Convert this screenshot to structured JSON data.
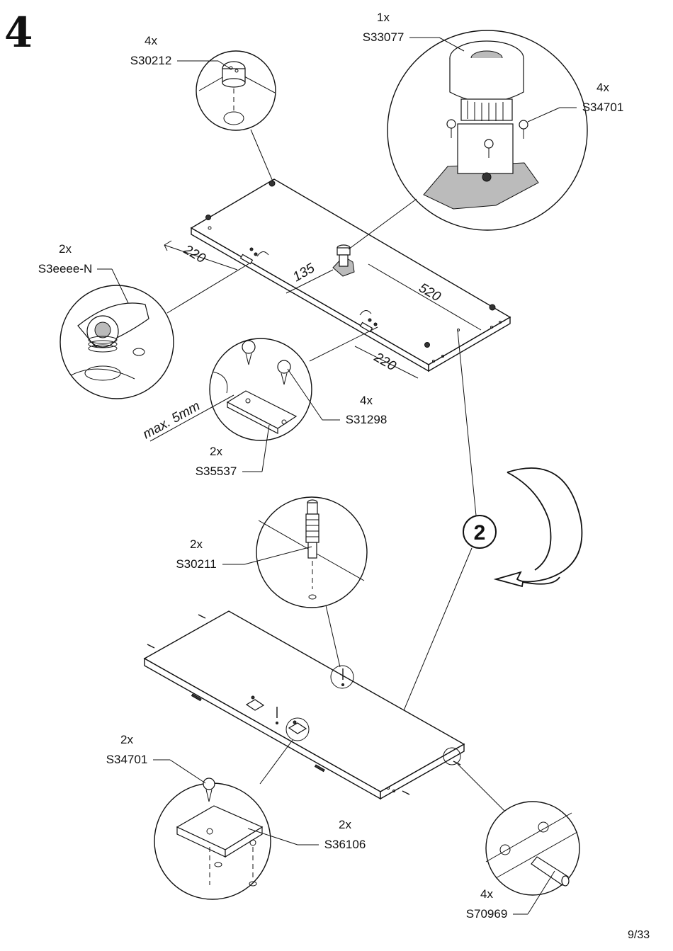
{
  "step": "4",
  "page": "9/33",
  "reference_badge": "2",
  "callouts": {
    "s30212": {
      "qty": "4x",
      "code": "S30212"
    },
    "s33077": {
      "qty": "1x",
      "code": "S33077"
    },
    "s34701_top": {
      "qty": "4x",
      "code": "S34701"
    },
    "s3eeee": {
      "qty": "2x",
      "code": "S3eeee-N"
    },
    "s31298": {
      "qty": "4x",
      "code": "S31298"
    },
    "s35537": {
      "qty": "2x",
      "code": "S35537"
    },
    "s30211": {
      "qty": "2x",
      "code": "S30211"
    },
    "s34701_bottom": {
      "qty": "2x",
      "code": "S34701"
    },
    "s36106": {
      "qty": "2x",
      "code": "S36106"
    },
    "s70969": {
      "qty": "4x",
      "code": "S70969"
    }
  },
  "dimensions": {
    "left_220": "220",
    "d135": "135",
    "d520": "520",
    "right_220": "220",
    "max_5mm": "max. 5mm"
  }
}
